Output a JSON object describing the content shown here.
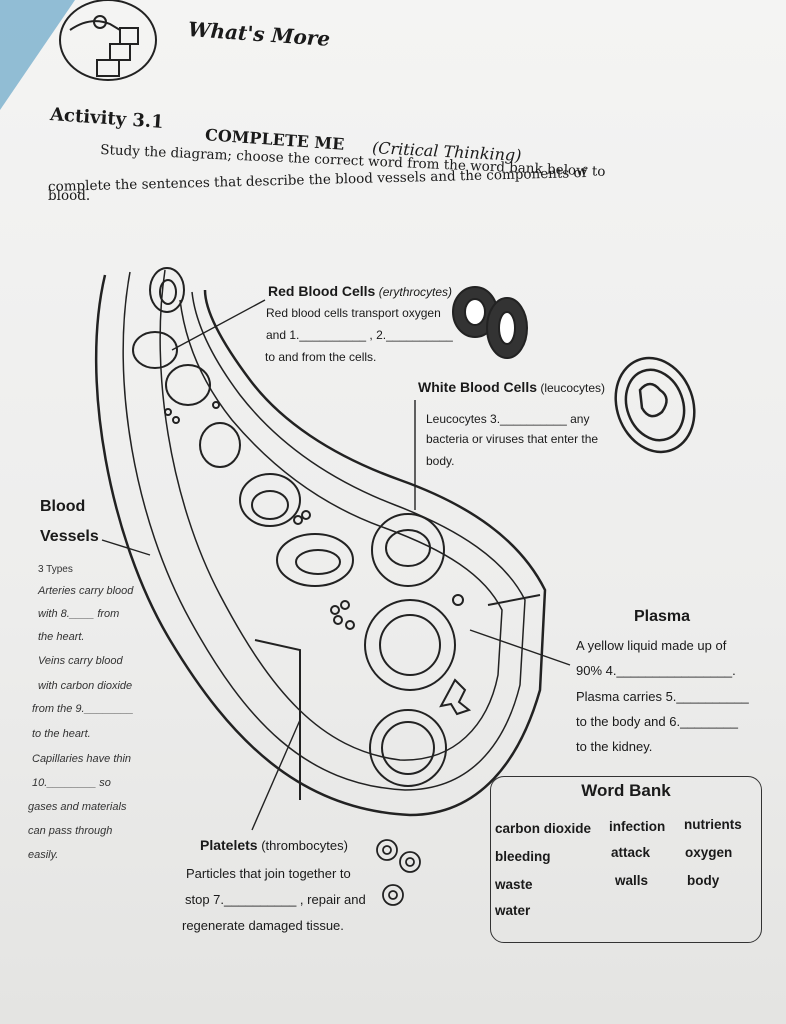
{
  "header": {
    "title": "What's More"
  },
  "activity": {
    "number": "Activity 3.1",
    "title": "COMPLETE ME",
    "subtitle": "(Critical Thinking)",
    "instructions": [
      "Study the diagram; choose the correct word from the word bank below to",
      "complete the sentences that describe the blood vessels and the components of",
      "blood."
    ]
  },
  "diagram": {
    "rbc": {
      "title": "Red Blood Cells",
      "sci": "(erythrocytes)",
      "lines": [
        "Red blood cells transport oxygen",
        "and 1.__________ , 2.__________",
        "to and from the cells."
      ]
    },
    "wbc": {
      "title": "White Blood Cells",
      "sci": "(leucocytes)",
      "lines": [
        "Leucocytes 3.__________ any",
        "bacteria or viruses that enter the",
        "body."
      ]
    },
    "vessels": {
      "title_1": "Blood",
      "title_2": "Vessels",
      "lines": [
        "3 Types",
        "Arteries carry blood",
        "with 8.____ from",
        "the heart.",
        "Veins carry blood",
        "with carbon dioxide",
        "from the 9.________",
        "to the heart.",
        "Capillaries have thin",
        "10.________ so",
        "gases and materials",
        "can pass through",
        "easily."
      ]
    },
    "plasma": {
      "title": "Plasma",
      "lines": [
        "A yellow liquid made up of",
        "90% 4.________________.",
        "Plasma carries 5.__________",
        "to the body and 6.________",
        "to the kidney."
      ]
    },
    "platelets": {
      "title": "Platelets",
      "sci": "(thrombocytes)",
      "lines": [
        "Particles that join together to",
        "stop 7.__________ , repair and",
        "regenerate damaged tissue."
      ]
    }
  },
  "word_bank": {
    "title": "Word Bank",
    "words": [
      "carbon dioxide",
      "infection",
      "nutrients",
      "bleeding",
      "attack",
      "oxygen",
      "waste",
      "walls",
      "body",
      "water"
    ]
  }
}
